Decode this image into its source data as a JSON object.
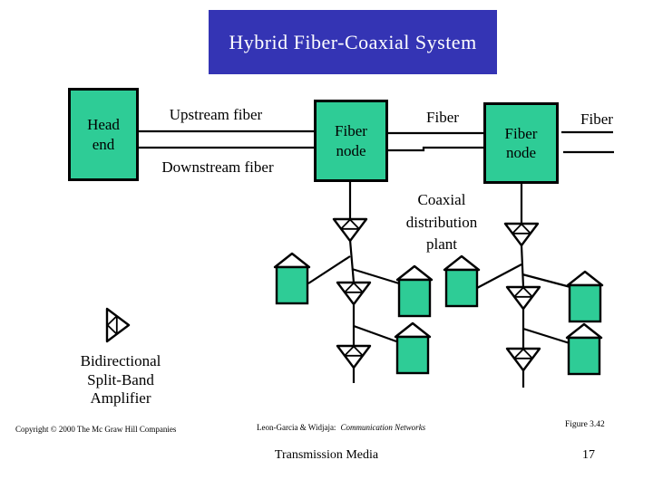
{
  "title": "Hybrid Fiber-Coaxial System",
  "colors": {
    "title_background": "#3434B4",
    "title_text": "#FFFFFF",
    "node_green": "#2ECC96",
    "line_black": "#000000"
  },
  "diagram": {
    "head_end_label": "Head end",
    "upstream_fiber_label": "Upstream fiber",
    "downstream_fiber_label": "Downstream fiber",
    "fiber_node_1_label": "Fiber node",
    "fiber_node_2_label": "Fiber node",
    "fiber_link_1_label": "Fiber",
    "fiber_link_2_label": "Fiber",
    "coaxial_plant_label": "Coaxial distribution plant",
    "amplifier_legend_label": "Bidirectional Split-Band Amplifier"
  },
  "footer": {
    "copyright": "Copyright © 2000 The Mc Graw Hill Companies",
    "attribution": "Leon-Garcia & Widjaja:",
    "attribution_title": "Communication Networks",
    "figure_ref": "Figure 3.42",
    "chapter_title": "Transmission Media",
    "page_number": "17"
  }
}
